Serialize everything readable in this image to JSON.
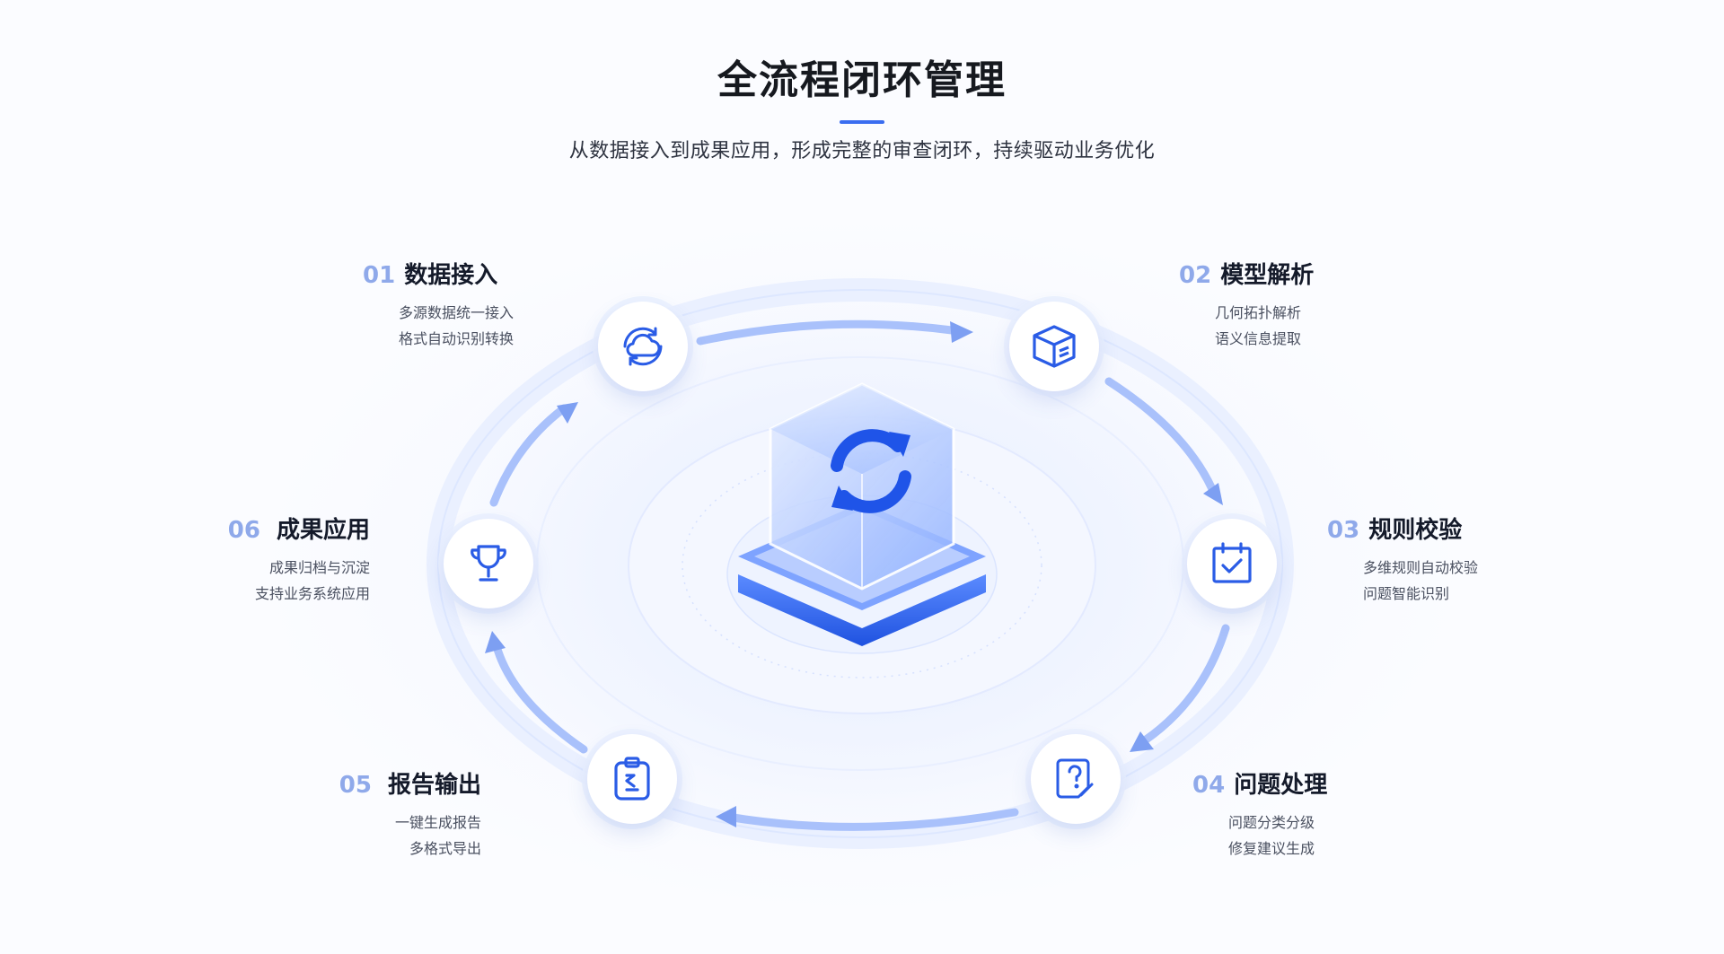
{
  "header": {
    "title": "全流程闭环管理",
    "subtitle": "从数据接入到成果应用，形成完整的审查闭环，持续驱动业务优化"
  },
  "colors": {
    "accent": "#2a5ce6",
    "number": "#8fa9ea",
    "title_text": "#141a2a",
    "body_text": "#4a5060"
  },
  "steps": [
    {
      "num": "01",
      "title": "数据接入",
      "lines": [
        "多源数据统一接入",
        "格式自动识别转换"
      ],
      "icon": "cloud-sync-icon"
    },
    {
      "num": "02",
      "title": "模型解析",
      "lines": [
        "几何拓扑解析",
        "语义信息提取"
      ],
      "icon": "box-icon"
    },
    {
      "num": "03",
      "title": "规则校验",
      "lines": [
        "多维规则自动校验",
        "问题智能识别"
      ],
      "icon": "calendar-check-icon"
    },
    {
      "num": "04",
      "title": "问题处理",
      "lines": [
        "问题分类分级",
        "修复建议生成"
      ],
      "icon": "question-document-icon"
    },
    {
      "num": "05",
      "title": "报告输出",
      "lines": [
        "一键生成报告",
        "多格式导出"
      ],
      "icon": "clipboard-icon"
    },
    {
      "num": "06",
      "title": "成果应用",
      "lines": [
        "成果归档与沉淀",
        "支持业务系统应用"
      ],
      "icon": "trophy-icon"
    }
  ],
  "center": {
    "icon": "refresh-cycle-icon"
  }
}
